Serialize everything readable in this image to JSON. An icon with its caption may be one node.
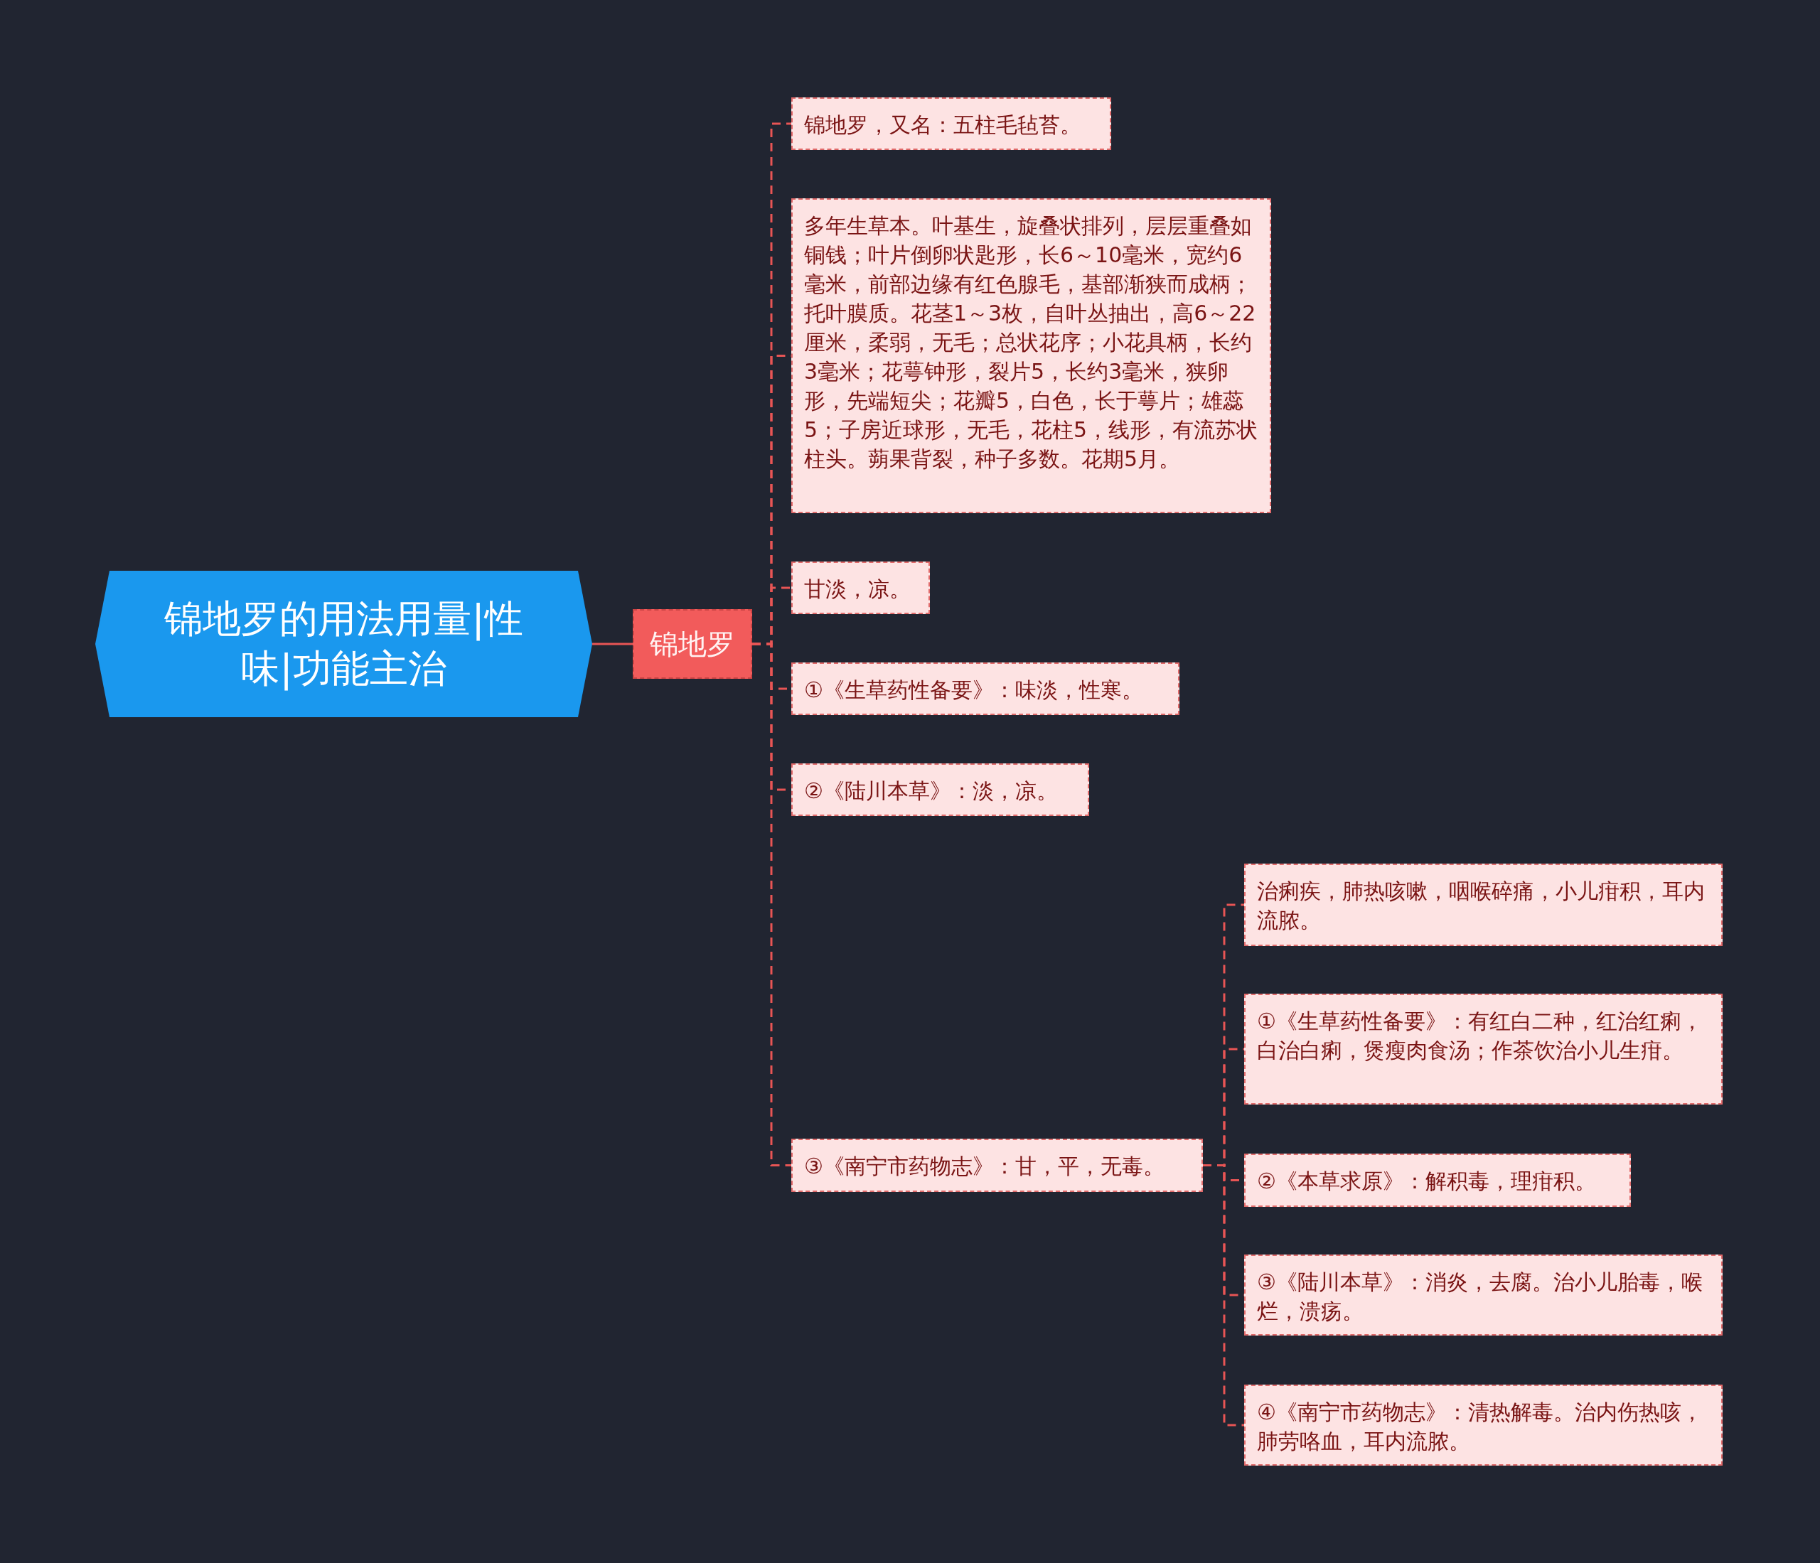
{
  "diagram": {
    "nodes": [
      {
        "text": [
          "锦地罗的用法用量|性味|功能主治"
        ]
      },
      {
        "text": [
          "锦地罗"
        ]
      },
      {
        "text": [
          "锦地罗，又名：五柱毛毡苔。"
        ]
      },
      {
        "text": [
          "多年生草本。叶基生，旋叠状排列，层层重叠如铜钱；叶片倒卵状匙形，长6～10毫米，宽约6毫米，前部边缘有红色腺毛，基部渐狭而成柄；托叶膜质。花茎1～3枚，自叶丛抽出，高6～22厘米，柔弱，无毛；总状花序；小花具柄，长约3毫米；花萼钟形，裂片5，长约3毫米，狭卵形，先端短尖；花瓣5，白色，长于萼片；雄蕊5；子房近球形，无毛，花柱5，线形，有流苏状柱头。蒴果背裂，种子多数。花期5月。"
        ]
      },
      {
        "text": [
          "甘淡，凉。"
        ]
      },
      {
        "text": [
          "①《生草药性备要》：味淡，性寒。"
        ]
      },
      {
        "text": [
          "②《陆川本草》：淡，凉。"
        ]
      },
      {
        "text": [
          "③《南宁市药物志》：甘，平，无毒。"
        ]
      },
      {
        "text": [
          "治痢疾，肺热咳嗽，咽喉碎痛，小儿疳积，耳内流脓。"
        ]
      },
      {
        "text": [
          "①《生草药性备要》：有红白二种，红治红痢，白治白痢，煲瘦肉食汤；作茶饮治小儿生疳。"
        ]
      },
      {
        "text": [
          "②《本草求原》：解积毒，理疳积。"
        ]
      },
      {
        "text": [
          "③《陆川本草》：消炎，去腐。治小儿胎毒，喉烂，溃疡。"
        ]
      },
      {
        "text": [
          "④《南宁市药物志》：清热解毒。治内伤热咳，肺劳咯血，耳内流脓。"
        ]
      }
    ],
    "edges": [
      {
        "from": 0,
        "to": 1,
        "arrow": "none"
      },
      {
        "from": 1,
        "to": 2,
        "arrow": "none",
        "style": "dashed"
      },
      {
        "from": 1,
        "to": 3,
        "arrow": "none",
        "style": "dashed"
      },
      {
        "from": 1,
        "to": 4,
        "arrow": "none",
        "style": "dashed"
      },
      {
        "from": 1,
        "to": 5,
        "arrow": "none",
        "style": "dashed"
      },
      {
        "from": 1,
        "to": 6,
        "arrow": "none",
        "style": "dashed"
      },
      {
        "from": 1,
        "to": 7,
        "arrow": "none",
        "style": "dashed"
      },
      {
        "from": 7,
        "to": 8,
        "arrow": "none",
        "style": "dashed"
      },
      {
        "from": 7,
        "to": 9,
        "arrow": "none",
        "style": "dashed"
      },
      {
        "from": 7,
        "to": 10,
        "arrow": "none",
        "style": "dashed"
      },
      {
        "from": 7,
        "to": 11,
        "arrow": "none",
        "style": "dashed"
      },
      {
        "from": 7,
        "to": 12,
        "arrow": "none",
        "style": "dashed"
      }
    ]
  }
}
